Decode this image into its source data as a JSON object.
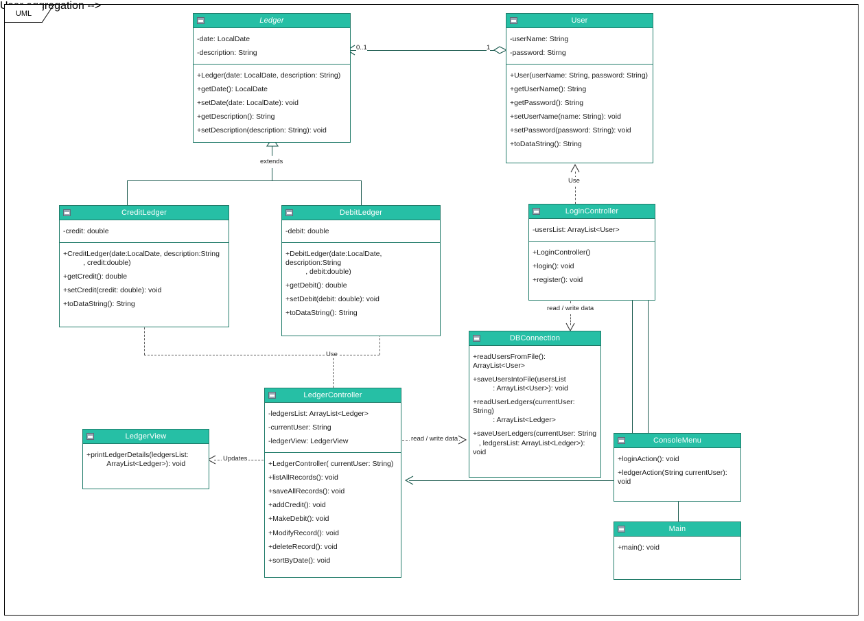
{
  "diagram": {
    "tab_label": "UML",
    "type": "UML class diagram",
    "header_color": "#26BFA5",
    "line_color": "#16564a"
  },
  "classes": {
    "ledger": {
      "name": "Ledger",
      "icon": "minimize-icon",
      "attributes": [
        "-date: LocalDate",
        "-description: String"
      ],
      "methods": [
        "+Ledger(date: LocalDate, description: String)",
        "+getDate(): LocalDate",
        "+setDate(date: LocalDate): void",
        "+getDescription(): String",
        "+setDescription(description: String): void"
      ]
    },
    "user": {
      "name": "User",
      "icon": "minimize-icon",
      "attributes": [
        "-userName: String",
        "-password: Stirng"
      ],
      "methods": [
        "+User(userName: String, password: String)",
        "+getUserName(): String",
        "+getPassword(): String",
        "+setUserName(name: String): void",
        "+setPassword(password: String): void",
        "+toDataString(): String"
      ]
    },
    "credit_ledger": {
      "name": "CreditLedger",
      "icon": "minimize-icon",
      "attributes": [
        "-credit: double"
      ],
      "methods": [
        "+CreditLedger(date:LocalDate, description:String\n          , credit:double)",
        "+getCredit(): double",
        "+setCredit(credit: double): void",
        "+toDataString(): String"
      ]
    },
    "debit_ledger": {
      "name": "DebitLedger",
      "icon": "minimize-icon",
      "attributes": [
        "-debit: double"
      ],
      "methods": [
        "+DebitLedger(date:LocalDate, description:String\n          , debit:double)",
        "+getDebit(): double",
        "+setDebit(debit: double): void",
        "+toDataString(): String"
      ]
    },
    "login_controller": {
      "name": "LoginController",
      "icon": "minimize-icon",
      "attributes": [
        "-usersList: ArrayList<User>"
      ],
      "methods": [
        "+LoginController()",
        "+login(): void",
        "+register(): void"
      ]
    },
    "db_connection": {
      "name": "DBConnection",
      "icon": "minimize-icon",
      "attributes": [],
      "methods": [
        "+readUsersFromFile(): ArrayList<User>",
        "+saveUsersIntoFile(usersList\n          : ArrayList<User>): void",
        "+readUserLedgers(currentUser: String)\n          : ArrayList<Ledger>",
        "+saveUserLedgers(currentUser: String\n   , ledgersList: ArrayList<Ledger>): void"
      ]
    },
    "ledger_controller": {
      "name": "LedgerController",
      "icon": "minimize-icon",
      "attributes": [
        "-ledgersList: ArrayList<Ledger>",
        "-currentUser: String",
        "-ledgerView: LedgerView"
      ],
      "methods": [
        "+LedgerController( currentUser: String)",
        "+listAllRecords(): void",
        "+saveAllRecords(): void",
        "+addCredit(): void",
        "+MakeDebit(): void",
        "+ModifyRecord(): void",
        "+deleteRecord(): void",
        "+sortByDate(): void"
      ]
    },
    "ledger_view": {
      "name": "LedgerView",
      "icon": "minimize-icon",
      "attributes": [],
      "methods": [
        "+printLedgerDetails(ledgersList:\n          ArrayList<Ledger>): void"
      ]
    },
    "console_menu": {
      "name": "ConsoleMenu",
      "icon": "minimize-icon",
      "attributes": [],
      "methods": [
        "+loginAction(): void",
        "+ledgerAction(String currentUser): void"
      ]
    },
    "main": {
      "name": "Main",
      "icon": "minimize-icon",
      "attributes": [],
      "methods": [
        "+main(): void"
      ]
    }
  },
  "relationships": {
    "ledger_user_aggregation": {
      "label": "",
      "source_multiplicity": "0..1",
      "target_multiplicity": "1"
    },
    "extends_label": "extends",
    "login_user_use": "Use",
    "ledger_controller_use": "Use",
    "login_db_label": "read / write data",
    "ledger_db_label": "read / write data",
    "ledger_view_updates": "Updates"
  }
}
